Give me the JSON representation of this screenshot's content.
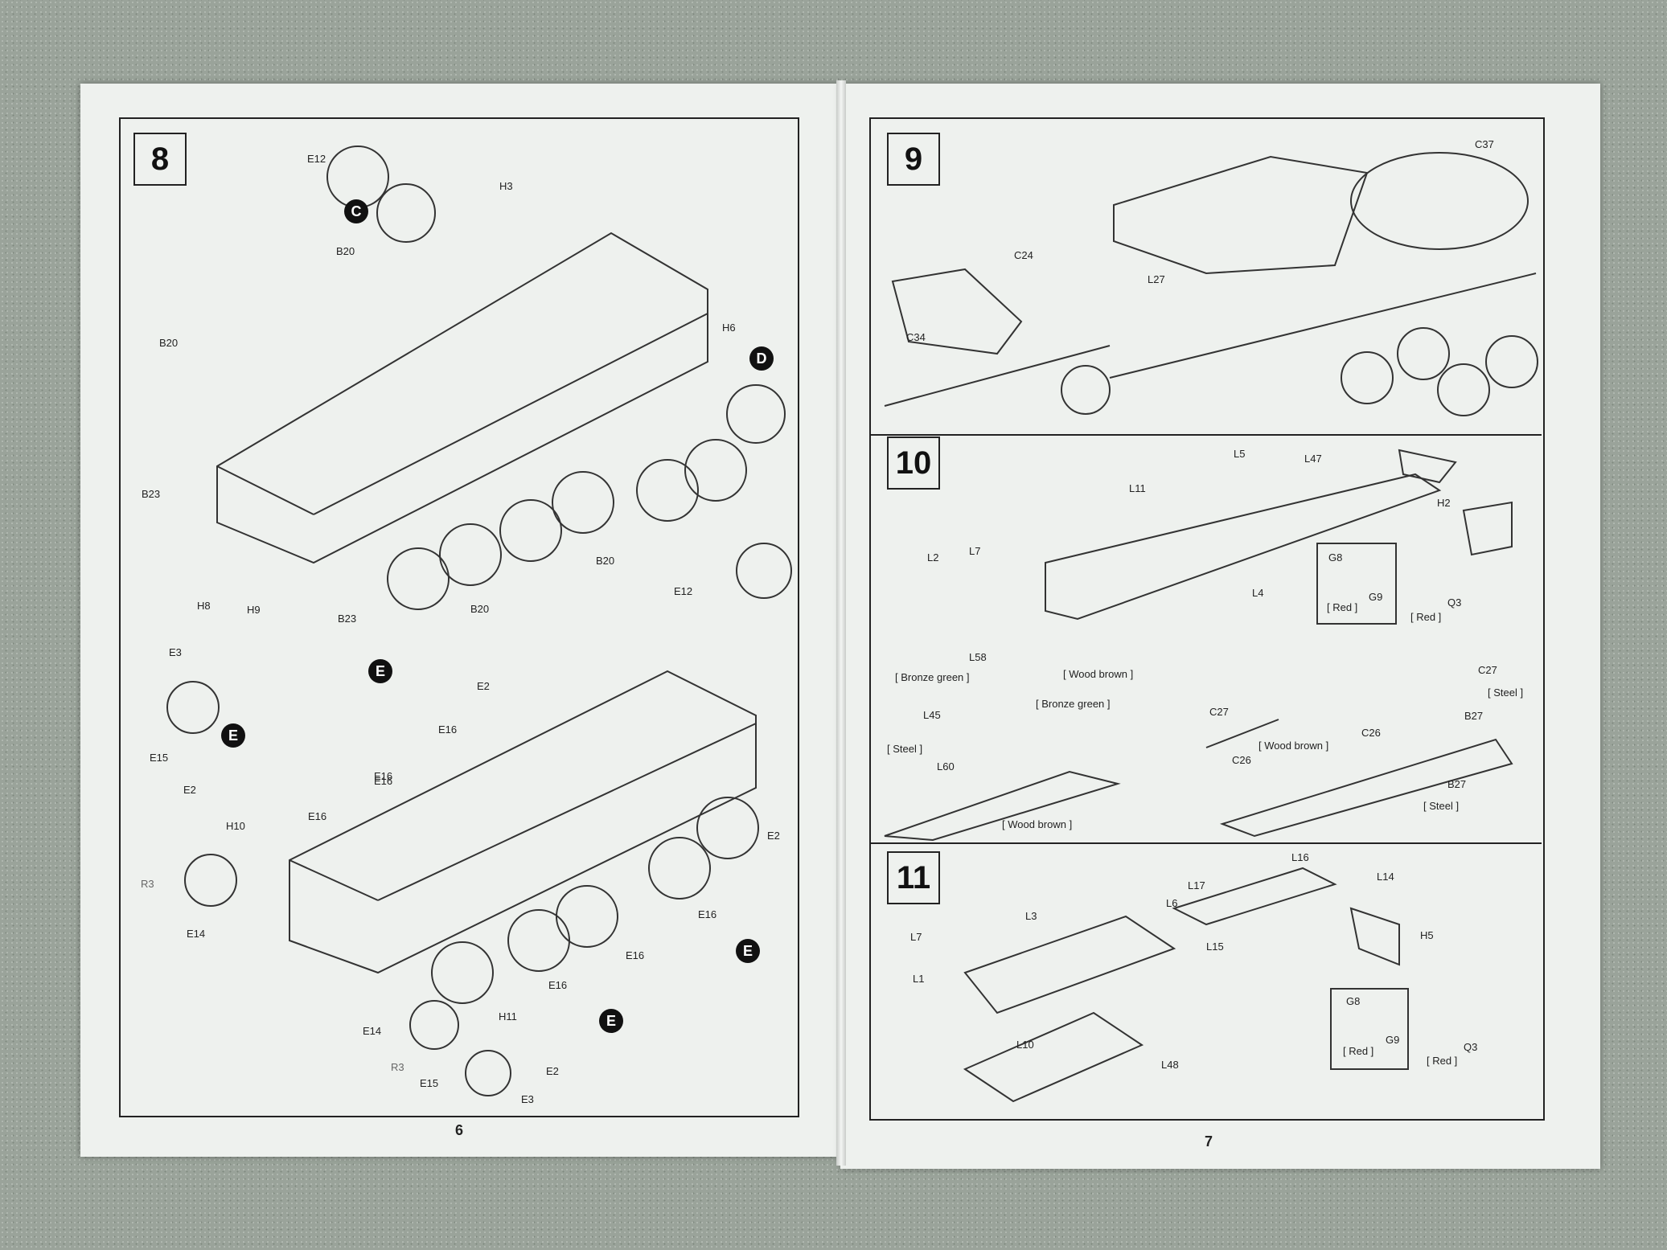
{
  "left_page": {
    "page_number": "6",
    "step": {
      "number": "8",
      "callouts": [
        "C",
        "D",
        "E",
        "E",
        "E",
        "E"
      ],
      "parts": [
        "E12",
        "H3",
        "B20",
        "B20",
        "H6",
        "B23",
        "H8",
        "H9",
        "B23",
        "B20",
        "B20",
        "E12",
        "E3",
        "E15",
        "E2",
        "H10",
        "E16",
        "E16",
        "E16",
        "E2",
        "E16",
        "E2",
        "R3",
        "E14",
        "E16",
        "E16",
        "E16",
        "H11",
        "E14",
        "R3",
        "E15",
        "E2",
        "E3"
      ]
    }
  },
  "right_page": {
    "page_number": "7",
    "steps": [
      {
        "number": "9",
        "parts": [
          "C37",
          "C24",
          "L27",
          "C34"
        ]
      },
      {
        "number": "10",
        "parts": [
          "L5",
          "L47",
          "L11",
          "H2",
          "L2",
          "L7",
          "L4",
          "G8",
          "G9",
          "Q3"
        ],
        "paint": [
          "[ Red ]",
          "[ Red ]",
          "[ Bronze green ]",
          "[ Wood brown ]",
          "[ Bronze green ]",
          "[ Steel ]",
          "[ Wood brown ]",
          "[ Wood brown ]",
          "[ Steel ]",
          "[ Steel ]"
        ],
        "parts_b": [
          "L58",
          "L45",
          "L60",
          "C27",
          "C26",
          "C27",
          "C26",
          "B27",
          "B27"
        ]
      },
      {
        "number": "11",
        "parts": [
          "L16",
          "L17",
          "L14",
          "L3",
          "L6",
          "L15",
          "H5",
          "L7",
          "L1",
          "L10",
          "L48",
          "G8",
          "G9",
          "Q3"
        ],
        "paint": [
          "[ Red ]",
          "[ Red ]"
        ]
      }
    ]
  }
}
